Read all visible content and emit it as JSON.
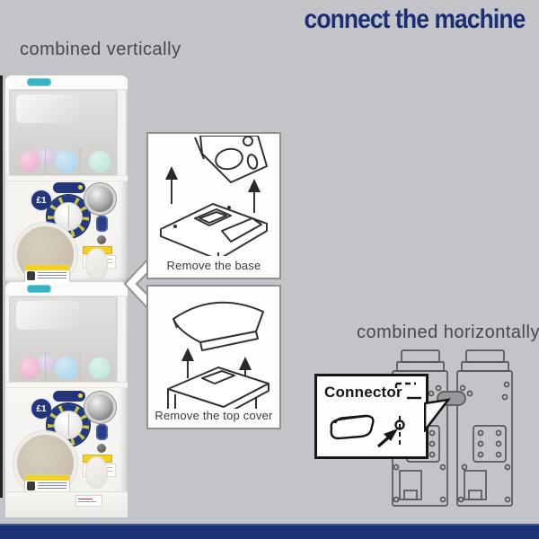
{
  "title": "connect the machine",
  "sections": {
    "vertical": "combined vertically",
    "horizontal": "combined horizontally"
  },
  "steps": {
    "remove_base": "Remove the base",
    "remove_top": "Remove the top cover"
  },
  "callout": {
    "label": "Connector"
  },
  "machine": {
    "coin_badge": "£1"
  },
  "colors": {
    "background": "#c3c4c7",
    "title_navy": "#1b2d75",
    "bottom_bar": "#1e3176",
    "teal_label": "#37b3c4",
    "knob_navy": "#22336f",
    "warning_yellow": "#f2d11f",
    "connector_gray": "#97989b"
  }
}
